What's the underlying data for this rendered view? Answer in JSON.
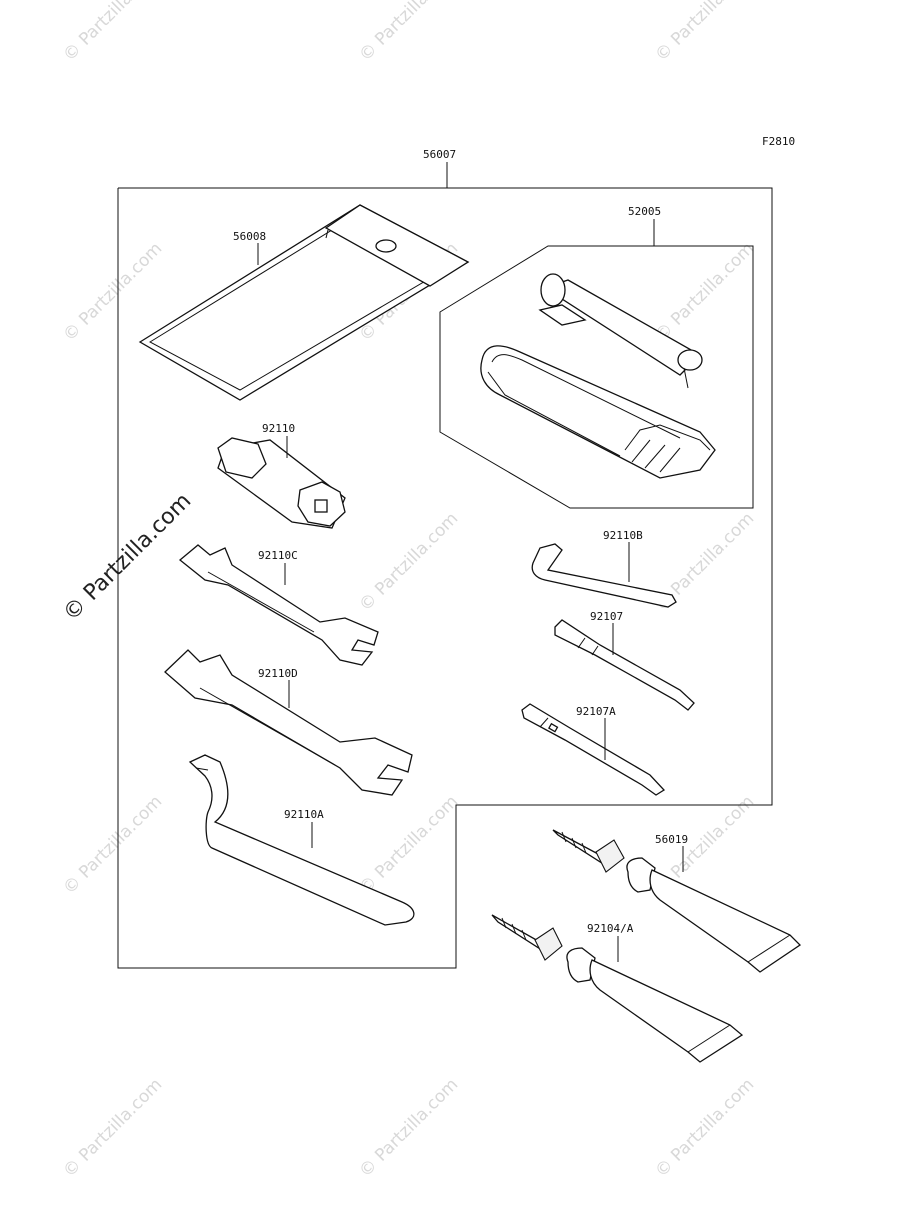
{
  "watermark": {
    "text": "© Partzilla.com",
    "main_text": "© Partzilla.com"
  },
  "figure_code": "F2810",
  "callouts": {
    "kit_56007": "56007",
    "case_56008": "56008",
    "pump_52005": "52005",
    "socket_92110": "92110",
    "wrench_92110c": "92110C",
    "wrench_92110d": "92110D",
    "spanner_92110a": "92110A",
    "hex_92110b": "92110B",
    "driver_92107": "92107",
    "driver_92107a": "92107A",
    "tube_56019": "56019",
    "tube_92104a": "92104/A"
  }
}
